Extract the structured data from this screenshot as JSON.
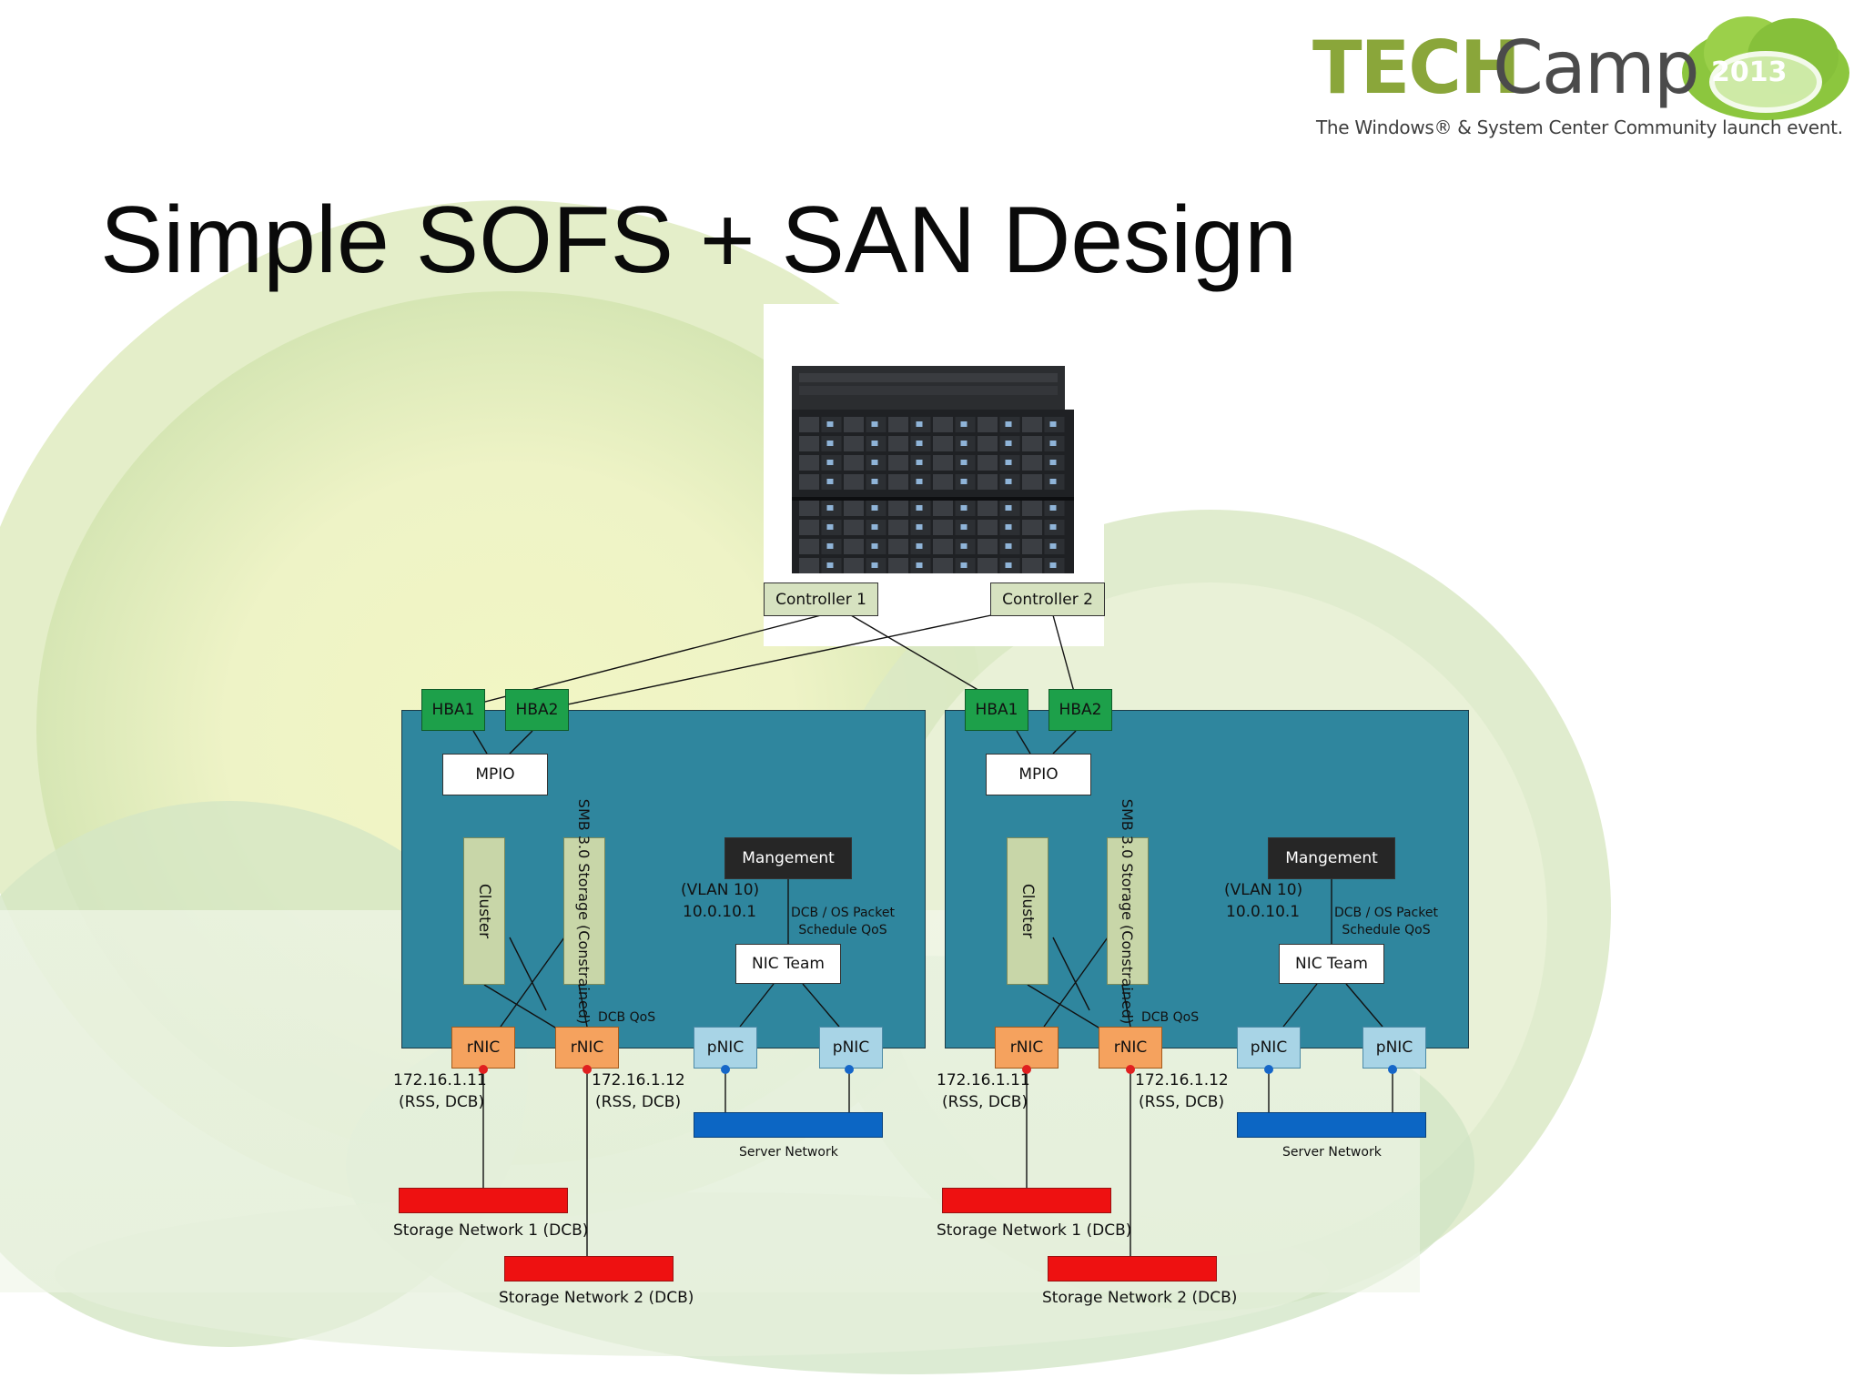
{
  "slide": {
    "title": "Simple SOFS + SAN Design"
  },
  "logo": {
    "tech": "TECH",
    "camp": "Camp",
    "year": "2013",
    "tagline": "The Windows® & System Center Community launch event."
  },
  "storage": {
    "controller1": "Controller 1",
    "controller2": "Controller 2"
  },
  "nodes": [
    {
      "hba1": "HBA1",
      "hba2": "HBA2",
      "mpio": "MPIO",
      "cluster": "Cluster",
      "smb_storage": "SMB 3.0 Storage (Constrained)",
      "management": "Mangement",
      "vlan": "(VLAN 10)",
      "ip_mgmt": "10.0.10.1",
      "qos_packet_line1": "DCB / OS Packet",
      "qos_packet_line2": "Schedule QoS",
      "nic_team": "NIC Team",
      "dcb_qos": "DCB QoS",
      "rnic1": "rNIC",
      "rnic2": "rNIC",
      "pnic1": "pNIC",
      "pnic2": "pNIC",
      "rnic1_ip": "172.16.1.11",
      "rnic1_note": "(RSS, DCB)",
      "rnic2_ip": "172.16.1.12",
      "rnic2_note": "(RSS, DCB)",
      "server_network": "Server Network",
      "storage_network1": "Storage Network 1 (DCB)",
      "storage_network2": "Storage Network 2 (DCB)"
    },
    {
      "hba1": "HBA1",
      "hba2": "HBA2",
      "mpio": "MPIO",
      "cluster": "Cluster",
      "smb_storage": "SMB 3.0 Storage (Constrained)",
      "management": "Mangement",
      "vlan": "(VLAN 10)",
      "ip_mgmt": "10.0.10.1",
      "qos_packet_line1": "DCB / OS Packet",
      "qos_packet_line2": "Schedule QoS",
      "nic_team": "NIC Team",
      "dcb_qos": "DCB QoS",
      "rnic1": "rNIC",
      "rnic2": "rNIC",
      "pnic1": "pNIC",
      "pnic2": "pNIC",
      "rnic1_ip": "172.16.1.11",
      "rnic1_note": "(RSS, DCB)",
      "rnic2_ip": "172.16.1.12",
      "rnic2_note": "(RSS, DCB)",
      "server_network": "Server Network",
      "storage_network1": "Storage Network 1 (DCB)",
      "storage_network2": "Storage Network 2 (DCB)"
    }
  ],
  "colors": {
    "host": "#2f869e",
    "hba": "#1da04a",
    "rnic": "#f5a25e",
    "pnic": "#a8d4e6",
    "storage_network": "#ee1111",
    "server_network": "#0c66c4",
    "logo_green": "#8aa63a"
  }
}
